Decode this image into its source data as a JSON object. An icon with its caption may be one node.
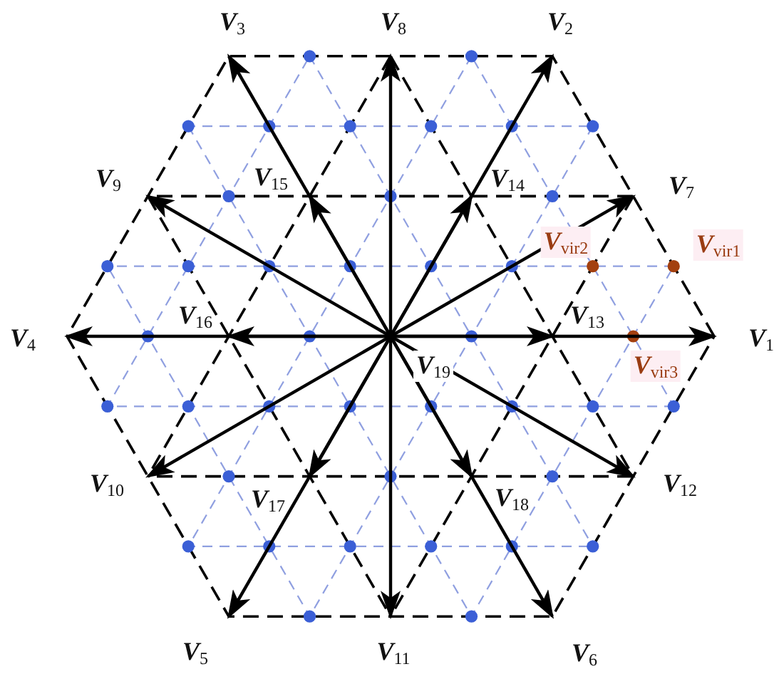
{
  "diagram": {
    "labels": [
      "V$_{3}$",
      "V$_{8}$",
      "V$_{2}$",
      "V$_{9}$",
      "V$_{15}$",
      "V$_{14}$",
      "V$_{7}$",
      "V$_{vir2}$",
      "V$_{vir1}$",
      "V$_{4}$",
      "V$_{16}$",
      "V$_{13}$",
      "V$_{1}$",
      "V$_{19}$",
      "V$_{vir3}$",
      "V$_{10}$",
      "V$_{17}$",
      "V$_{18}$",
      "V$_{12}$",
      "V$_{5}$",
      "V$_{11}$",
      "V$_{6}$"
    ]
  }
}
